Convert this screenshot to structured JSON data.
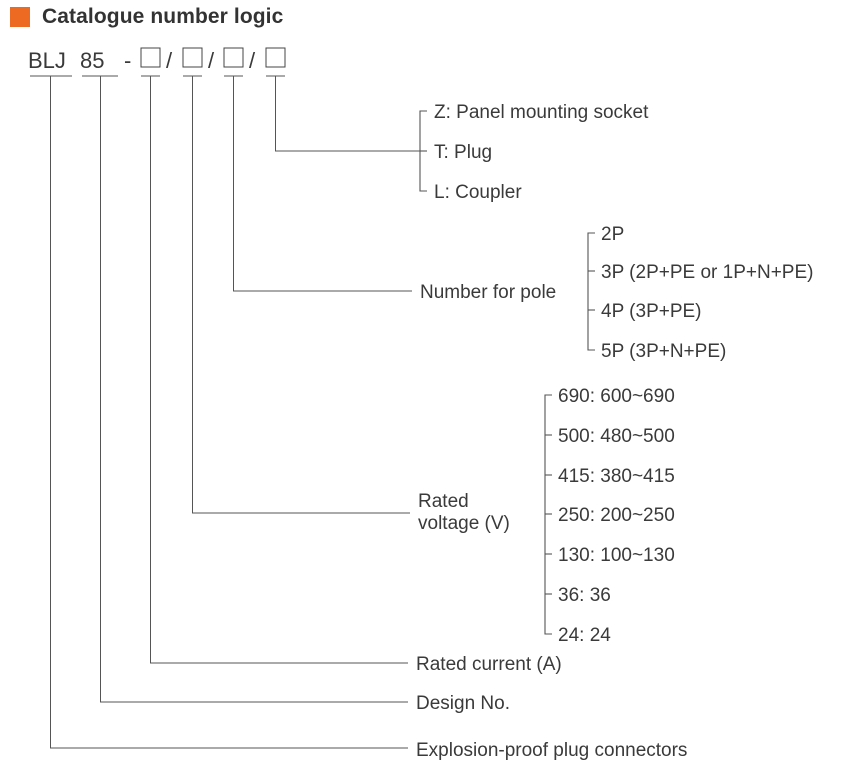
{
  "header": {
    "marker_color": "#EC6A21",
    "title": "Catalogue number logic"
  },
  "code_line": {
    "segments": [
      {
        "kind": "text",
        "label": "BLJ"
      },
      {
        "kind": "text",
        "label": "85"
      },
      {
        "kind": "text",
        "label": "-"
      },
      {
        "kind": "box",
        "label": ""
      },
      {
        "kind": "sep",
        "label": "/"
      },
      {
        "kind": "box",
        "label": ""
      },
      {
        "kind": "sep",
        "label": "/"
      },
      {
        "kind": "box",
        "label": ""
      },
      {
        "kind": "sep",
        "label": "/"
      },
      {
        "kind": "box",
        "label": ""
      }
    ]
  },
  "groups": [
    {
      "id": "type",
      "label": "",
      "options": [
        "Z: Panel mounting socket",
        "T: Plug",
        "L: Coupler"
      ]
    },
    {
      "id": "pole",
      "label": "Number for pole",
      "options": [
        "2P",
        "3P (2P+PE  or 1P+N+PE)",
        "4P (3P+PE)",
        "5P (3P+N+PE)"
      ]
    },
    {
      "id": "voltage",
      "label_line1": "Rated",
      "label_line2": "voltage (V)",
      "options": [
        "690: 600~690",
        "500: 480~500",
        "415: 380~415",
        "250: 200~250",
        "130: 100~130",
        "36: 36",
        "24: 24"
      ]
    },
    {
      "id": "current",
      "label": "Rated current (A)",
      "options": []
    },
    {
      "id": "design",
      "label": "Design No.",
      "options": []
    },
    {
      "id": "product",
      "label": "Explosion-proof plug connectors",
      "options": []
    }
  ],
  "colors": {
    "line": "#555555",
    "text": "#3a3a3a",
    "accent": "#EC6A21"
  }
}
